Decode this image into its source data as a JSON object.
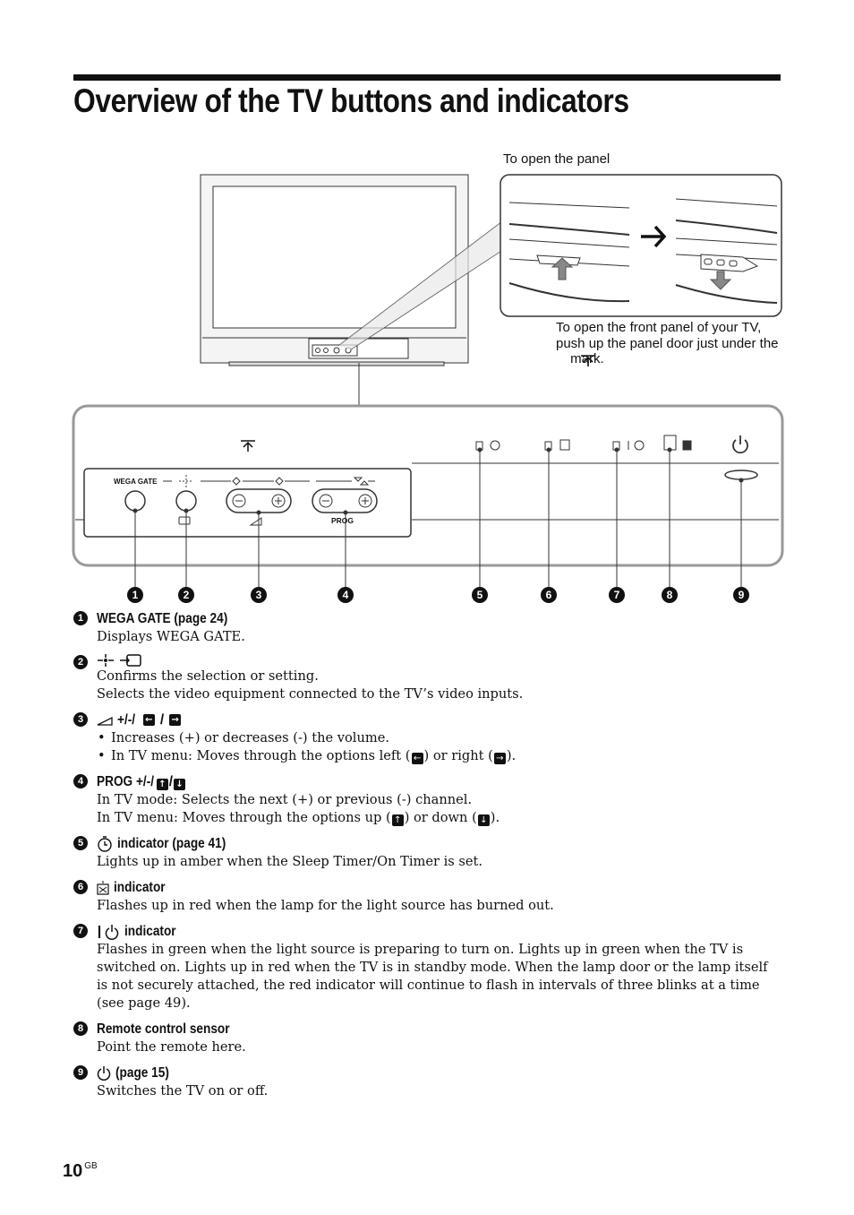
{
  "page": {
    "title": "Overview of the TV buttons and indicators",
    "page_number": "10",
    "page_suffix": "GB"
  },
  "figure": {
    "caption_top": "To open the panel",
    "caption_bottom": "To open the front panel of your TV, push up the panel door just under the      mark.",
    "panel_label_wega": "WEGA GATE",
    "panel_label_prog": "PROG",
    "callouts": [
      "1",
      "2",
      "3",
      "4",
      "5",
      "6",
      "7",
      "8",
      "9"
    ]
  },
  "items": [
    {
      "num": "1",
      "heading": "WEGA GATE (page 24)",
      "lines": [
        "Displays WEGA GATE."
      ]
    },
    {
      "num": "2",
      "heading": "",
      "icons": [
        "confirm-icon",
        "input-icon"
      ],
      "lines": [
        "Confirms the selection or setting.",
        "Selects the video equipment connected to the TV’s video inputs."
      ]
    },
    {
      "num": "3",
      "heading": "+/-/",
      "icons": [
        "volume-icon",
        "left-arrow-icon",
        "right-arrow-icon"
      ],
      "bullets": [
        "Increases (+) or decreases (-) the volume.",
        "In TV menu: Moves through the options left (",
        ") or right (",
        ")."
      ]
    },
    {
      "num": "4",
      "heading": "PROG +/-/",
      "icons": [
        "up-arrow-icon",
        "down-arrow-icon"
      ],
      "lines": [
        "In TV mode: Selects the next (+) or previous (-) channel.",
        "In TV menu: Moves through the options up (",
        ") or down (",
        ")."
      ]
    },
    {
      "num": "5",
      "heading": "indicator (page 41)",
      "icons": [
        "timer-icon"
      ],
      "lines": [
        "Lights up in amber when the Sleep Timer/On Timer is set."
      ]
    },
    {
      "num": "6",
      "heading": "indicator",
      "icons": [
        "lamp-icon"
      ],
      "lines": [
        "Flashes up in red when the lamp for the light source has burned out."
      ]
    },
    {
      "num": "7",
      "heading": "indicator",
      "icons": [
        "standby-icon"
      ],
      "lines": [
        "Flashes in green when the light source is preparing to turn on. Lights up in green when the TV is switched on. Lights up in red when the TV is in standby mode. When the lamp door or the lamp itself is not securely attached, the red indicator will continue to flash in intervals of three blinks at a time (see page 49)."
      ]
    },
    {
      "num": "8",
      "heading": "Remote control sensor",
      "lines": [
        "Point the remote here."
      ]
    },
    {
      "num": "9",
      "heading": "(page 15)",
      "icons": [
        "power-icon"
      ],
      "lines": [
        "Switches the TV on or off."
      ]
    }
  ]
}
